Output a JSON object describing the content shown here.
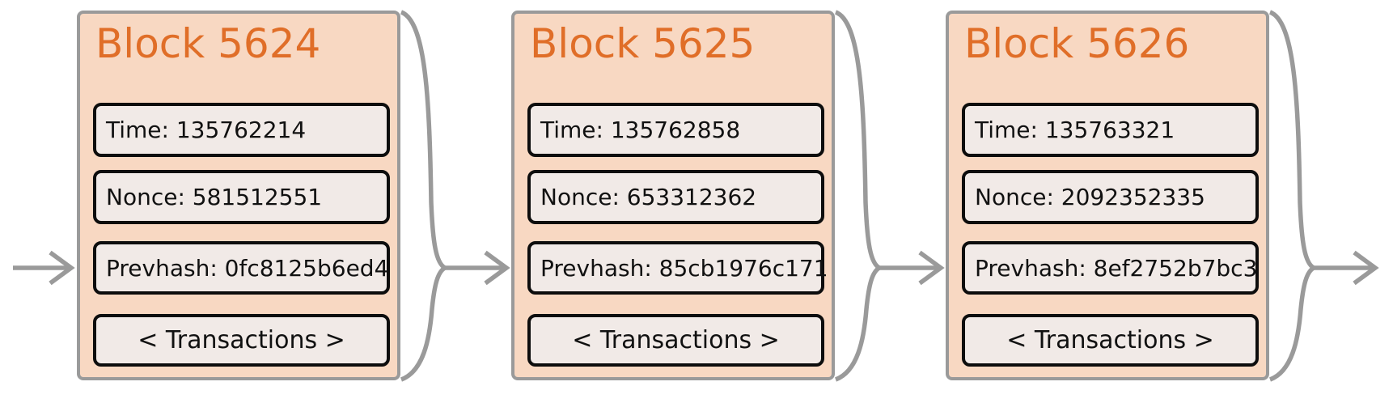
{
  "colors": {
    "block_fill": "#f8d8c2",
    "block_border": "#9a9a9a",
    "title_color": "#e06e28",
    "field_fill": "#f1eae7",
    "field_border": "#0d0d0d",
    "connector_color": "#9a9a9a",
    "text_color": "#111111"
  },
  "icons": {
    "incoming_arrow": "arrow-right",
    "block_link": "brace-arrow-right",
    "outgoing_arrow": "brace-arrow-right"
  },
  "blocks": [
    {
      "title": "Block 5624",
      "fields": [
        {
          "name": "time",
          "text": "Time: 135762214"
        },
        {
          "name": "nonce",
          "text": "Nonce: 581512551"
        },
        {
          "name": "prevhash",
          "text": "Prevhash: 0fc8125b6ed4"
        }
      ],
      "transactions_label": "< Transactions >"
    },
    {
      "title": "Block 5625",
      "fields": [
        {
          "name": "time",
          "text": "Time: 135762858"
        },
        {
          "name": "nonce",
          "text": "Nonce: 653312362"
        },
        {
          "name": "prevhash",
          "text": "Prevhash: 85cb1976c171"
        }
      ],
      "transactions_label": "< Transactions >"
    },
    {
      "title": "Block 5626",
      "fields": [
        {
          "name": "time",
          "text": "Time: 135763321"
        },
        {
          "name": "nonce",
          "text": "Nonce: 2092352335"
        },
        {
          "name": "prevhash",
          "text": "Prevhash: 8ef2752b7bc3"
        }
      ],
      "transactions_label": "< Transactions >"
    }
  ]
}
